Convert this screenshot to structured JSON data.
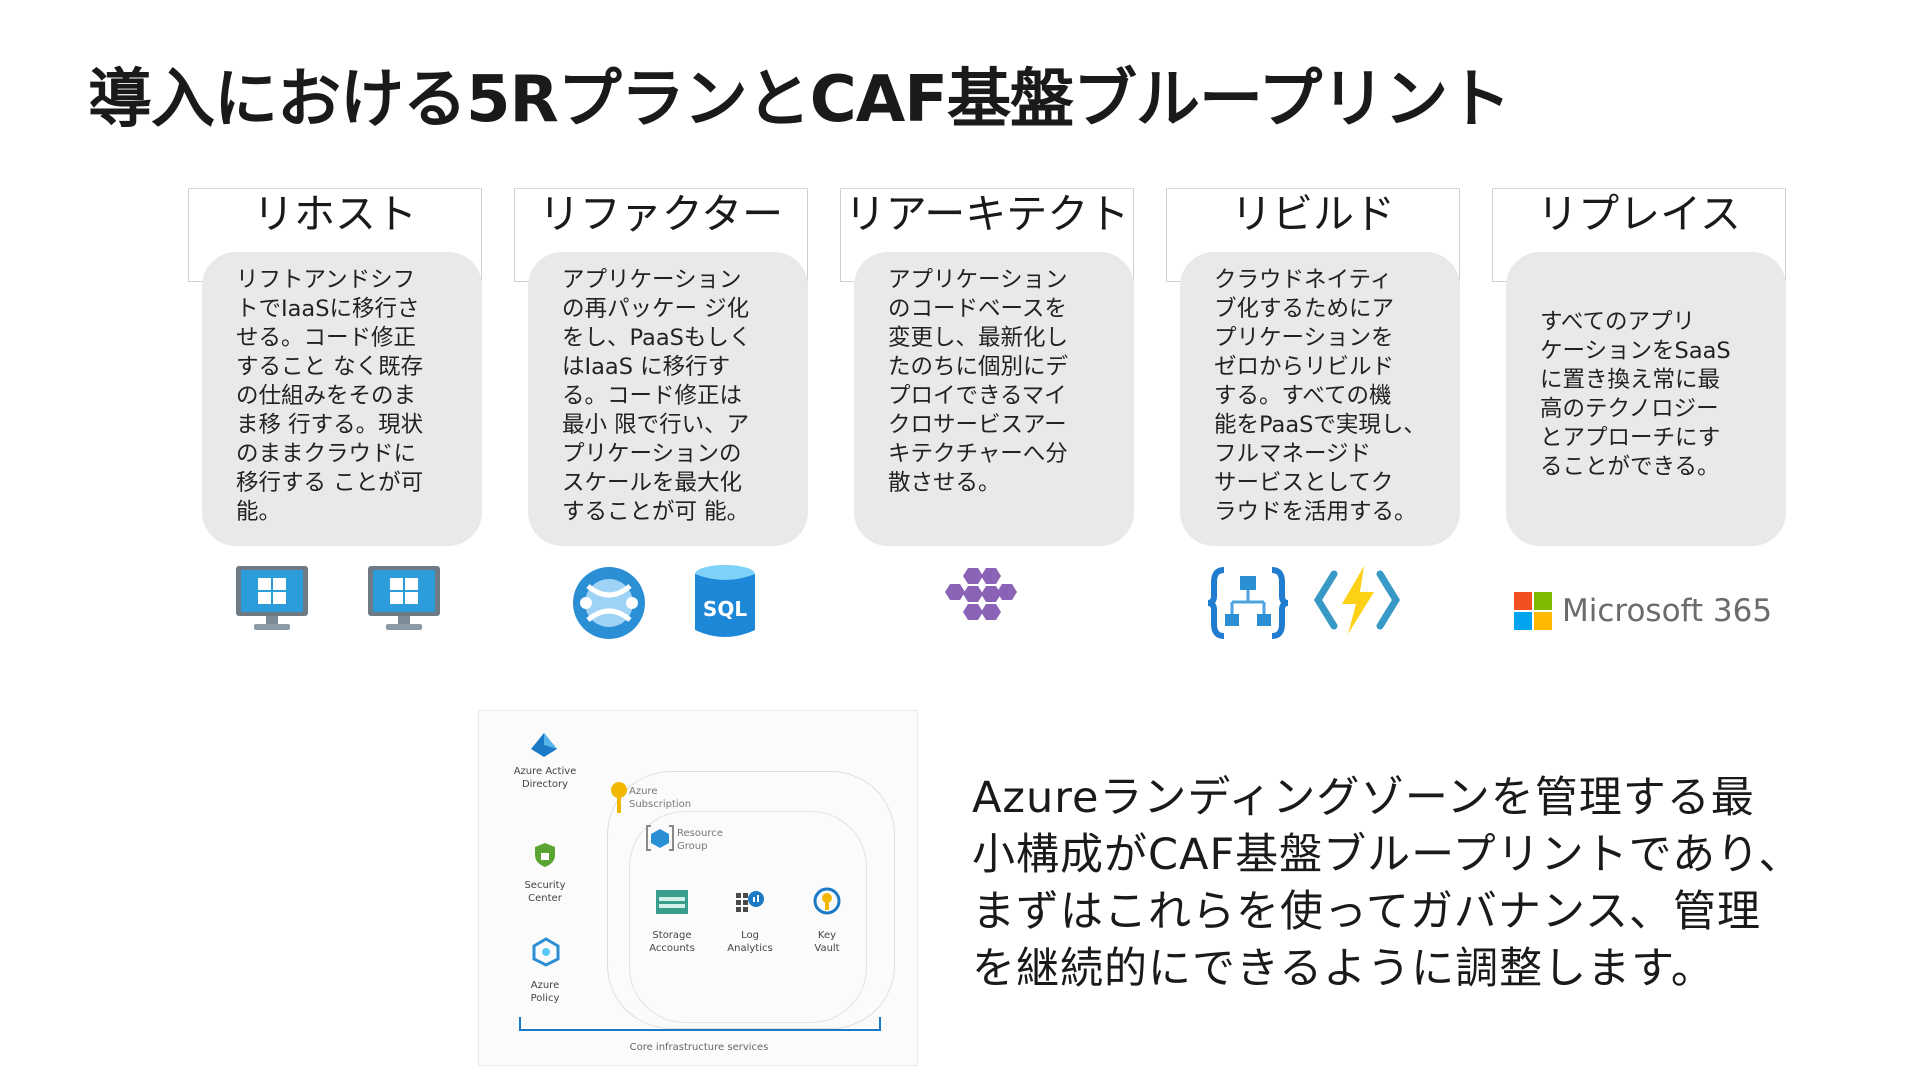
{
  "slide": {
    "title": "導入における5RプランとCAF基盤ブループリント"
  },
  "columns": [
    {
      "heading": "リホスト",
      "body": "リフトアンドシフ\nトでIaaSに移行さ\nせる。コード修正\nすること なく既存\nの仕組みをそのま\nま移 行する。現状\nのままクラウドに\n移行する ことが可\n能。",
      "icons": [
        "windows-vm-icon",
        "windows-vm-icon"
      ]
    },
    {
      "heading": "リファクター",
      "body": "アプリケーション\nの再パッケー ジ化\nをし、PaaSもしく\nはIaaS に移行す\nる。コード修正は\n最小 限で行い、ア\nプリケーションの\nスケールを最大化\nすることが可 能。",
      "icons": [
        "app-service-icon",
        "sql-database-icon"
      ]
    },
    {
      "heading": "リアーキテクト",
      "body": "アプリケーション\nのコードベースを\n変更し、最新化し\nたのちに個別にデ\nプロイできるマイ\nクロサービスアー\nキテクチャーへ分\n散させる。",
      "icons": [
        "microservices-icon"
      ]
    },
    {
      "heading": "リビルド",
      "body": "クラウドネイティ\nブ化するためにア\nプリケーションを\nゼロからリビルド\nする。すべての機\n能をPaaSで実現し、\nフルマネージド\nサービスとしてク\nラウドを活用する。",
      "icons": [
        "logic-apps-icon",
        "functions-icon"
      ]
    },
    {
      "heading": "リプレイス",
      "body": "すべてのアプリ\nケーションをSaaS\nに置き換え常に最\n高のテクノロジー\nとアプローチにす\nることができる。",
      "icons": [
        "microsoft-logo-icon"
      ],
      "brand_text": "Microsoft 365"
    }
  ],
  "diagram": {
    "aad": "Azure Active\nDirectory",
    "security": "Security\nCenter",
    "policy": "Azure\nPolicy",
    "subscription": "Azure\nSubscription",
    "resource_group": "Resource\nGroup",
    "storage": "Storage\nAccounts",
    "log": "Log\nAnalytics",
    "keyvault": "Key\nVault",
    "core": "Core infrastructure services"
  },
  "description": {
    "lines": [
      "Azureランディングゾーンを管理する最",
      "小構成がCAF基盤ブループリントであり、",
      "まずはこれらを使ってガバナンス、管理",
      "を継続的にできるように調整します。"
    ]
  },
  "colors": {
    "azure_blue": "#1b7ac6",
    "card_gray": "#e9e9e9",
    "ms_red": "#f25022",
    "ms_green": "#7fba00",
    "ms_blue": "#00a4ef",
    "ms_yellow": "#ffb900"
  }
}
